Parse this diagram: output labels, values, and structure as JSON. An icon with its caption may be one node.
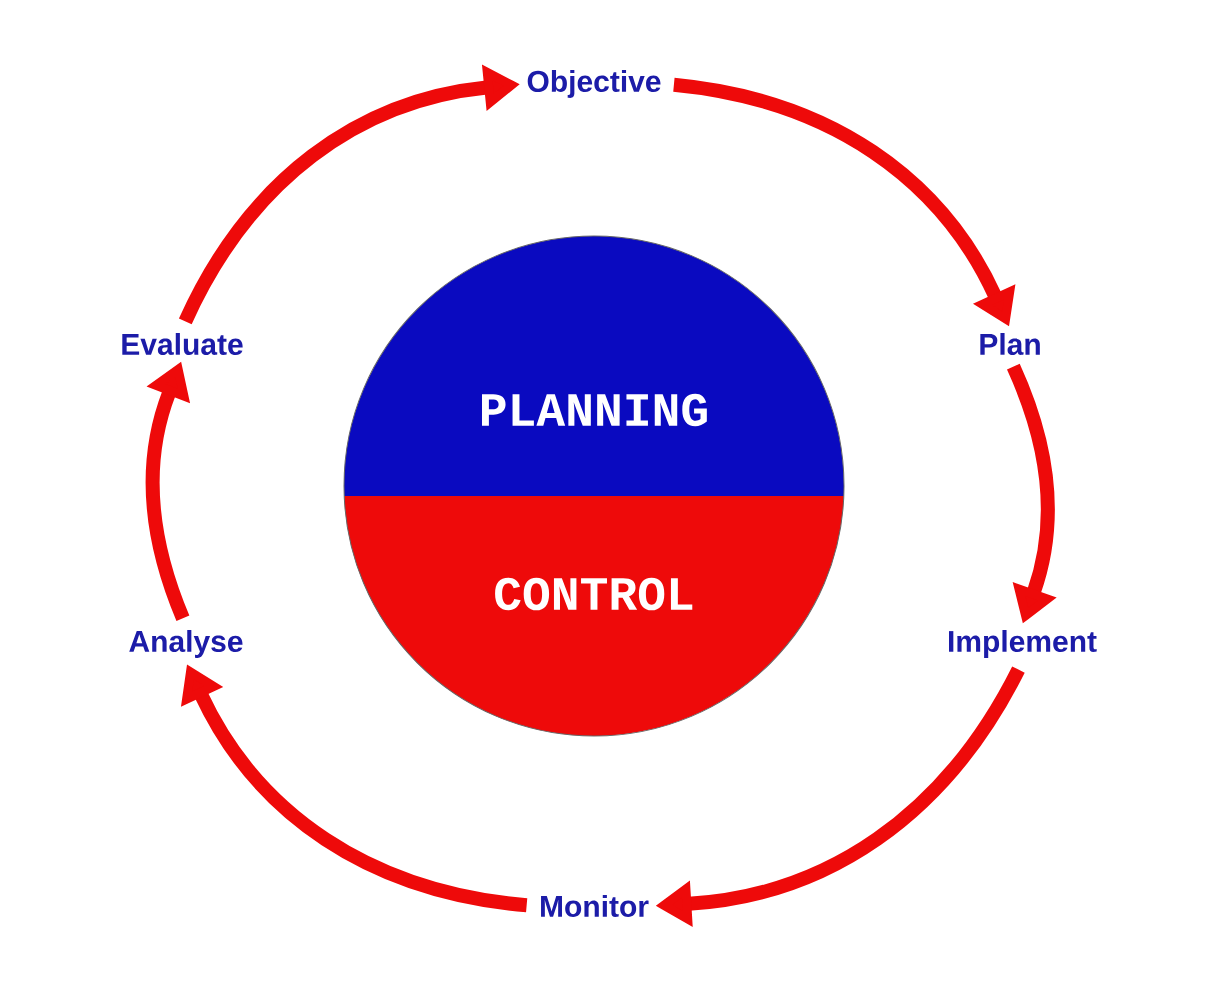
{
  "diagram": {
    "nodes": [
      {
        "text": [
          "Objective"
        ]
      },
      {
        "text": [
          "Plan"
        ]
      },
      {
        "text": [
          "Implement"
        ]
      },
      {
        "text": [
          "Monitor"
        ]
      },
      {
        "text": [
          "Analyse"
        ]
      },
      {
        "text": [
          "Evaluate"
        ]
      },
      {
        "text": [
          "PLANNING"
        ]
      },
      {
        "text": [
          "CONTROL"
        ]
      }
    ],
    "edges": [
      {
        "from": 0,
        "to": 1,
        "arrow": "to"
      },
      {
        "from": 1,
        "to": 2,
        "arrow": "to"
      },
      {
        "from": 2,
        "to": 3,
        "arrow": "to"
      },
      {
        "from": 3,
        "to": 4,
        "arrow": "to"
      },
      {
        "from": 4,
        "to": 5,
        "arrow": "to"
      },
      {
        "from": 5,
        "to": 0,
        "arrow": "to"
      }
    ]
  }
}
